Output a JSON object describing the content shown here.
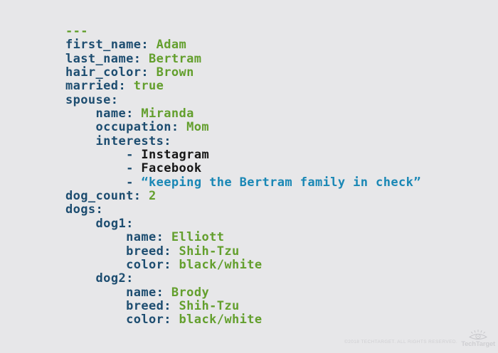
{
  "colors": {
    "background": "#e7e7e9",
    "key": "#1d4d70",
    "value": "#639f2d",
    "string": "#1987b5",
    "plain": "#161616",
    "watermark": "#cfcfd2"
  },
  "yaml": {
    "lines": [
      {
        "indent": 0,
        "segments": [
          {
            "text": "---",
            "role": "value"
          }
        ]
      },
      {
        "indent": 0,
        "segments": [
          {
            "text": "first_name:",
            "role": "key"
          },
          {
            "text": " Adam",
            "role": "value"
          }
        ]
      },
      {
        "indent": 0,
        "segments": [
          {
            "text": "last_name:",
            "role": "key"
          },
          {
            "text": " Bertram",
            "role": "value"
          }
        ]
      },
      {
        "indent": 0,
        "segments": [
          {
            "text": "hair_color:",
            "role": "key"
          },
          {
            "text": " Brown",
            "role": "value"
          }
        ]
      },
      {
        "indent": 0,
        "segments": [
          {
            "text": "married:",
            "role": "key"
          },
          {
            "text": " true",
            "role": "value"
          }
        ]
      },
      {
        "indent": 0,
        "segments": [
          {
            "text": "spouse:",
            "role": "key"
          }
        ]
      },
      {
        "indent": 1,
        "segments": [
          {
            "text": "name:",
            "role": "key"
          },
          {
            "text": " Miranda",
            "role": "value"
          }
        ]
      },
      {
        "indent": 1,
        "segments": [
          {
            "text": "occupation:",
            "role": "key"
          },
          {
            "text": " Mom",
            "role": "value"
          }
        ]
      },
      {
        "indent": 1,
        "segments": [
          {
            "text": "interests:",
            "role": "key"
          }
        ]
      },
      {
        "indent": 2,
        "segments": [
          {
            "text": "- ",
            "role": "key"
          },
          {
            "text": "Instagram",
            "role": "plain"
          }
        ]
      },
      {
        "indent": 2,
        "segments": [
          {
            "text": "- ",
            "role": "key"
          },
          {
            "text": "Facebook",
            "role": "plain"
          }
        ]
      },
      {
        "indent": 2,
        "segments": [
          {
            "text": "- ",
            "role": "key"
          },
          {
            "text": "“keeping the Bertram family in check”",
            "role": "string"
          }
        ]
      },
      {
        "indent": 0,
        "segments": [
          {
            "text": "dog_count:",
            "role": "key"
          },
          {
            "text": " 2",
            "role": "value"
          }
        ]
      },
      {
        "indent": 0,
        "segments": [
          {
            "text": "dogs:",
            "role": "key"
          }
        ]
      },
      {
        "indent": 1,
        "segments": [
          {
            "text": "dog1:",
            "role": "key"
          }
        ]
      },
      {
        "indent": 2,
        "segments": [
          {
            "text": "name:",
            "role": "key"
          },
          {
            "text": " Elliott",
            "role": "value"
          }
        ]
      },
      {
        "indent": 2,
        "segments": [
          {
            "text": "breed:",
            "role": "key"
          },
          {
            "text": " Shih-Tzu",
            "role": "value"
          }
        ]
      },
      {
        "indent": 2,
        "segments": [
          {
            "text": "color:",
            "role": "key"
          },
          {
            "text": " black/white",
            "role": "value"
          }
        ]
      },
      {
        "indent": 1,
        "segments": [
          {
            "text": "dog2:",
            "role": "key"
          }
        ]
      },
      {
        "indent": 2,
        "segments": [
          {
            "text": "name:",
            "role": "key"
          },
          {
            "text": " Brody",
            "role": "value"
          }
        ]
      },
      {
        "indent": 2,
        "segments": [
          {
            "text": "breed:",
            "role": "key"
          },
          {
            "text": " Shih-Tzu",
            "role": "value"
          }
        ]
      },
      {
        "indent": 2,
        "segments": [
          {
            "text": "color:",
            "role": "key"
          },
          {
            "text": " black/white",
            "role": "value"
          }
        ]
      }
    ]
  },
  "watermark": {
    "copyright": "©2018 TECHTARGET. ALL RIGHTS RESERVED.",
    "brand": "TechTarget"
  }
}
